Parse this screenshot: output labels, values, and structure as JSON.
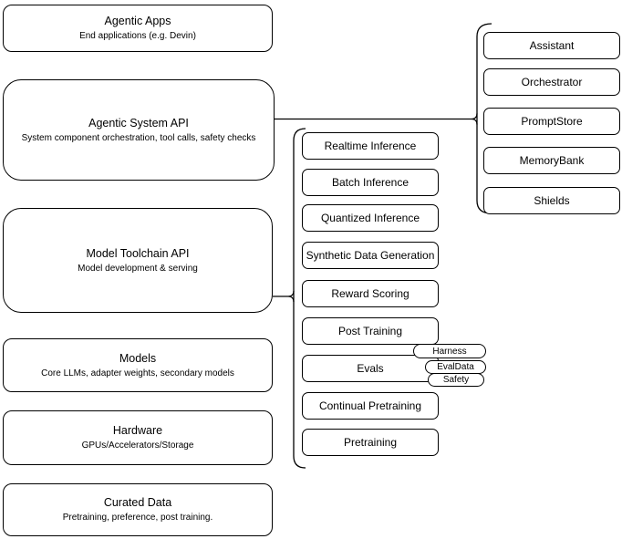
{
  "diagram": {
    "colors": {
      "stroke": "#000000",
      "background": "#ffffff",
      "text": "#000000"
    },
    "left_column": [
      {
        "title": "Agentic Apps",
        "subtitle": "End applications (e.g. Devin)"
      },
      {
        "title": "Agentic System API",
        "subtitle": "System component orchestration, tool calls, safety checks"
      },
      {
        "title": "Model Toolchain API",
        "subtitle": "Model development & serving"
      },
      {
        "title": "Models",
        "subtitle": "Core LLMs, adapter weights, secondary models"
      },
      {
        "title": "Hardware",
        "subtitle": "GPUs/Accelerators/Storage"
      },
      {
        "title": "Curated Data",
        "subtitle": "Pretraining, preference, post training."
      }
    ],
    "middle_column": {
      "items": [
        "Realtime Inference",
        "Batch Inference",
        "Quantized Inference",
        "Synthetic Data Generation",
        "Reward Scoring",
        "Post Training",
        "Evals",
        "Continual Pretraining",
        "Pretraining"
      ],
      "evals_tags": [
        "Harness",
        "EvalData",
        "Safety"
      ]
    },
    "right_column": {
      "items": [
        "Assistant",
        "Orchestrator",
        "PromptStore",
        "MemoryBank",
        "Shields"
      ]
    }
  }
}
